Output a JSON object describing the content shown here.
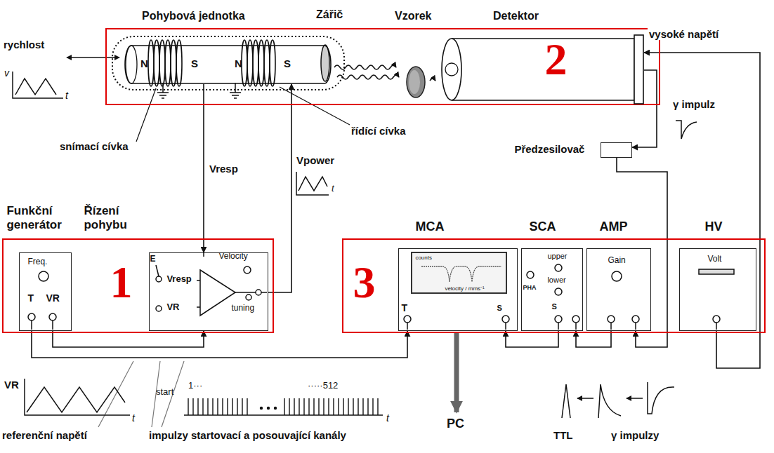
{
  "diagram": {
    "nodes": [
      {
        "text": [
          "1"
        ]
      },
      {
        "text": [
          "Funkční generátor",
          "Freq.",
          "T",
          "VR"
        ],
        "in": 0
      },
      {
        "text": [
          "Řízení pohybu",
          "E",
          "Vresp",
          "Velocity",
          "VR",
          "tuning"
        ],
        "in": 0
      },
      {
        "text": [
          "2"
        ]
      },
      {
        "text": [
          "Pohybová jednotka",
          "N",
          "S",
          "N",
          "S"
        ],
        "in": 3
      },
      {
        "text": [
          "Vzorek"
        ],
        "in": 3
      },
      {
        "text": [
          "Detektor"
        ],
        "in": 3
      },
      {
        "text": [
          "3"
        ]
      },
      {
        "text": [
          "MCA",
          "counts",
          "velocity / mms⁻¹",
          "T",
          "S"
        ],
        "in": 7
      },
      {
        "text": [
          "SCA",
          "upper",
          "PHA",
          "lower",
          "S"
        ],
        "in": 7
      },
      {
        "text": [
          "AMP",
          "Gain"
        ],
        "in": 7
      },
      {
        "text": [
          "HV",
          "Volt"
        ],
        "in": 7
      },
      {
        "text": [
          "Předzesilovač"
        ]
      }
    ],
    "edges": [
      {
        "from": 1,
        "to": 8,
        "arrow": "to"
      },
      {
        "from": 1,
        "to": 2,
        "arrow": "to"
      },
      {
        "from": 4,
        "to": 2,
        "label": "Vresp",
        "arrow": "to"
      },
      {
        "from": 2,
        "to": 4,
        "label": "Vpower",
        "arrow": "to"
      },
      {
        "from": 6,
        "to": 12,
        "arrow": "to"
      },
      {
        "from": 12,
        "to": 10,
        "arrow": "to"
      },
      {
        "from": 10,
        "to": 9,
        "arrow": "to"
      },
      {
        "from": 9,
        "to": 8,
        "arrow": "to"
      },
      {
        "from": 11,
        "to": 6,
        "label": "vysoké napětí",
        "arrow": "to"
      }
    ],
    "labels": [
      "rychlost",
      "v",
      "t",
      "Zářič",
      "snímací cívka",
      "řídící cívka",
      "γ impulz",
      "t",
      "VR",
      "t",
      "referenční napětí",
      "start",
      "1···",
      "·····512",
      "t",
      "impulzy startovací a posouvající kanály",
      "TTL",
      "γ impulzy",
      "PC"
    ]
  }
}
